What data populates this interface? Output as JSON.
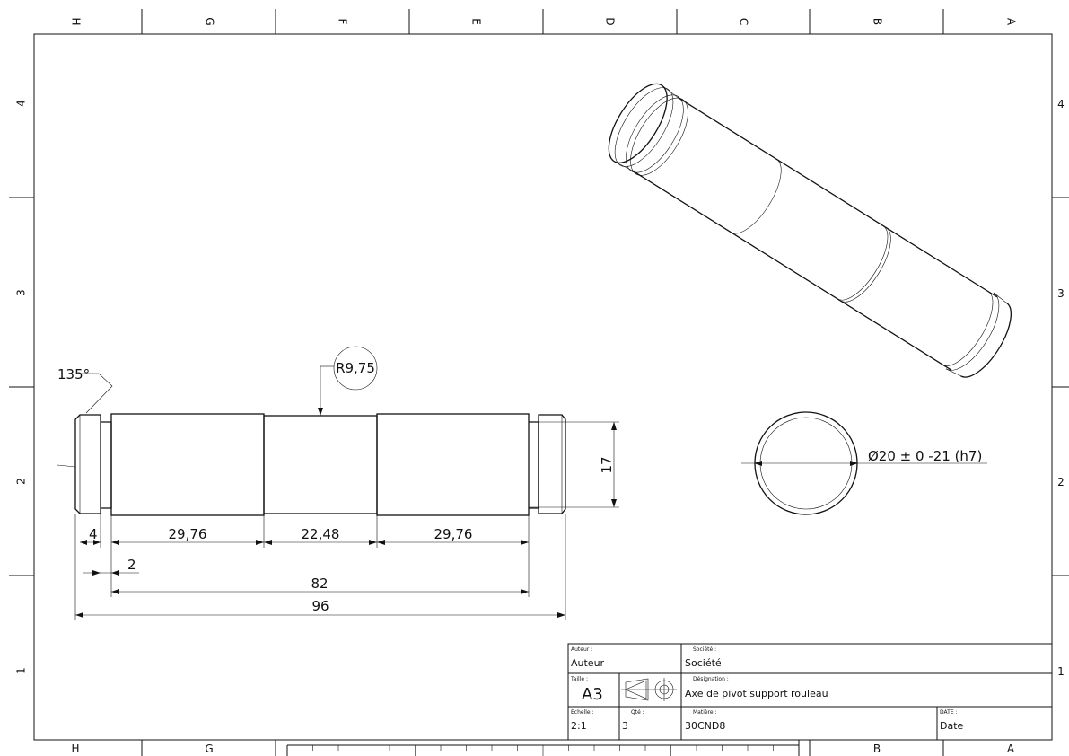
{
  "frame": {
    "columns": [
      "H",
      "G",
      "F",
      "E",
      "D",
      "C",
      "B",
      "A"
    ],
    "rows": [
      "4",
      "3",
      "2",
      "1"
    ]
  },
  "dimensions": {
    "chamfer_angle": "135°",
    "radius": "R9,75",
    "d_4": "4",
    "d_29_76_left": "29,76",
    "d_22_48": "22,48",
    "d_29_76_right": "29,76",
    "d_2": "2",
    "d_82": "82",
    "d_96": "96",
    "d_17": "17",
    "diameter": "Ø20 ± 0 -21 (h7)"
  },
  "title_block": {
    "author_label": "Auteur :",
    "author_value": "Auteur",
    "company_label": "Société :",
    "company_value": "Société",
    "size_label": "Taille :",
    "size_value": "A3",
    "designation_label": "Désignation :",
    "designation_value": "Axe de pivot support rouleau",
    "scale_label": "Echelle :",
    "scale_value": "2:1",
    "qty_label": "Qté :",
    "qty_value": "3",
    "material_label": "Matière :",
    "material_value": "30CND8",
    "date_label": "DATE :",
    "date_value": "Date"
  },
  "icons": [
    "projection-symbol-icon"
  ]
}
